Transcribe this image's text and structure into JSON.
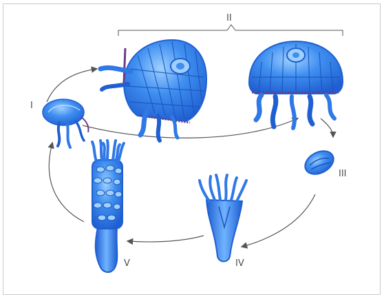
{
  "labels": {
    "stage_1": "I",
    "stage_2": "II",
    "stage_3": "III",
    "stage_4": "IV",
    "stage_5": "V"
  },
  "colors": {
    "body_dark": "#1f5fd1",
    "body_mid": "#3f8ff0",
    "body_light": "#9fd0ff",
    "tentacle_base": "#6e3a86",
    "arrow": "#555555",
    "label": "#4d4d4d",
    "frame": "#c9c9c9"
  }
}
